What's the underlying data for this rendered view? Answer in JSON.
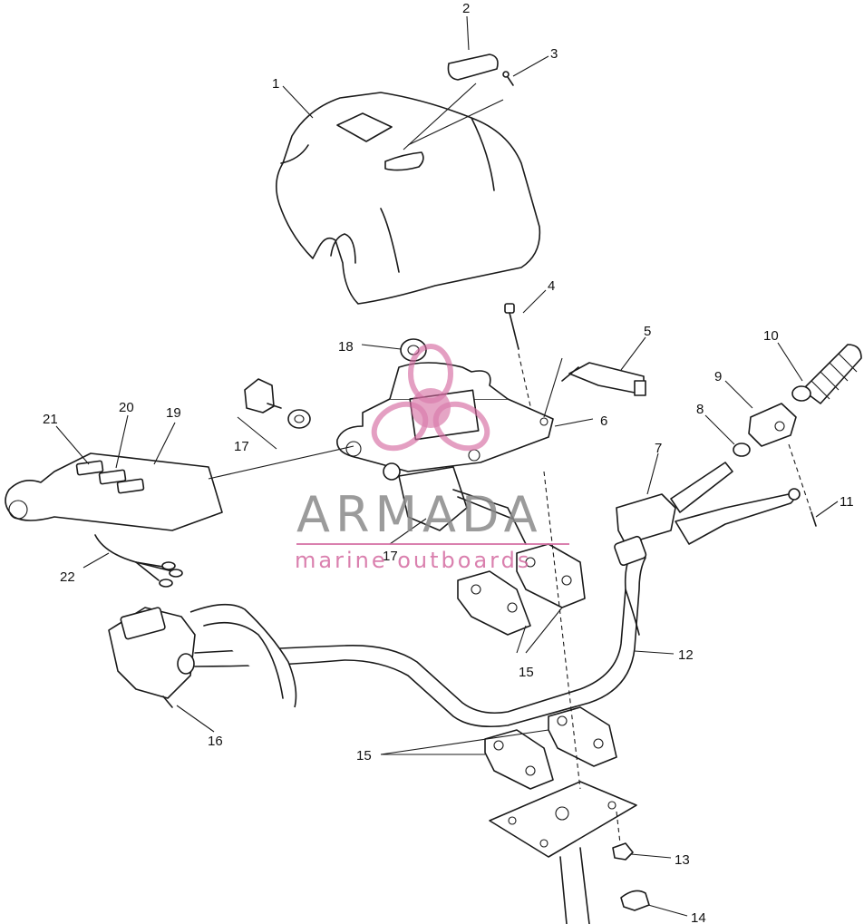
{
  "diagram": {
    "callouts": [
      "1",
      "2",
      "3",
      "4",
      "5",
      "6",
      "7",
      "8",
      "9",
      "10",
      "11",
      "12",
      "13",
      "14",
      "15",
      "15",
      "16",
      "17",
      "17",
      "18",
      "19",
      "20",
      "21",
      "22"
    ]
  },
  "watermark": {
    "brand": "ARMADA",
    "tagline": "marine outboards",
    "accent_color": "#d46aa0",
    "text_color": "#8a8a8a",
    "logo_icon": "propeller-logo-icon"
  }
}
